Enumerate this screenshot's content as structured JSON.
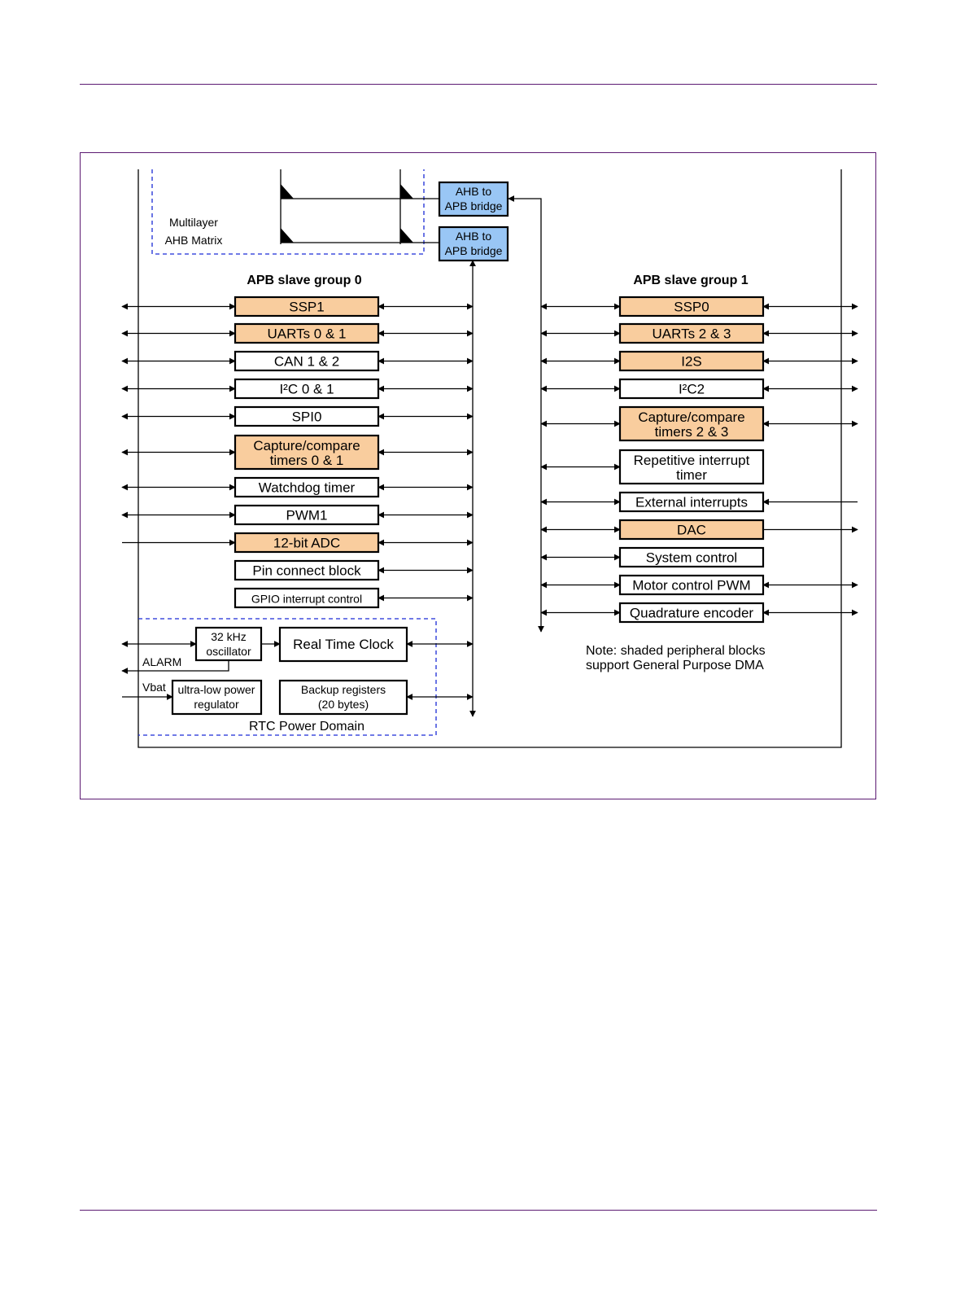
{
  "colors": {
    "peripheral_dma": "#f9cd9e",
    "bridge": "#99c6f5",
    "plain": "#ffffff",
    "rule": "#5c1a72",
    "domain_outline": "#1b2bd6"
  },
  "matrix": {
    "line1": "Multilayer",
    "line2": "AHB Matrix"
  },
  "bridges": [
    {
      "line1": "AHB to",
      "line2": "APB bridge"
    },
    {
      "line1": "AHB to",
      "line2": "APB bridge"
    }
  ],
  "group0": {
    "title": "APB slave group 0",
    "blocks": [
      {
        "line1": "SSP1",
        "shaded": true
      },
      {
        "line1": "UARTs 0 & 1",
        "shaded": true
      },
      {
        "line1": "CAN 1 & 2",
        "shaded": false
      },
      {
        "line1": "I²C 0 & 1",
        "shaded": false
      },
      {
        "line1": "SPI0",
        "shaded": false
      },
      {
        "line1": "Capture/compare",
        "line2": "timers 0 & 1",
        "shaded": true
      },
      {
        "line1": "Watchdog timer",
        "shaded": false
      },
      {
        "line1": "PWM1",
        "shaded": false
      },
      {
        "line1": "12-bit ADC",
        "shaded": true
      },
      {
        "line1": "Pin connect block",
        "shaded": false
      },
      {
        "line1": "GPIO interrupt control",
        "shaded": false
      }
    ]
  },
  "group1": {
    "title": "APB slave group 1",
    "blocks": [
      {
        "line1": "SSP0",
        "shaded": true
      },
      {
        "line1": "UARTs 2 & 3",
        "shaded": true
      },
      {
        "line1": "I2S",
        "shaded": true
      },
      {
        "line1": "I²C2",
        "shaded": false
      },
      {
        "line1": "Capture/compare",
        "line2": "timers 2 & 3",
        "shaded": true
      },
      {
        "line1": "Repetitive interrupt",
        "line2": "timer",
        "shaded": false
      },
      {
        "line1": "External interrupts",
        "shaded": false
      },
      {
        "line1": "DAC",
        "shaded": true
      },
      {
        "line1": "System control",
        "shaded": false
      },
      {
        "line1": "Motor control PWM",
        "shaded": false
      },
      {
        "line1": "Quadrature encoder",
        "shaded": false
      }
    ]
  },
  "rtc": {
    "domain_label": "RTC Power Domain",
    "oscillator": {
      "line1": "32 kHz",
      "line2": "oscillator"
    },
    "clock": "Real Time Clock",
    "regulator": {
      "line1": "ultra-low power",
      "line2": "regulator"
    },
    "backup": {
      "line1": "Backup registers",
      "line2": "(20 bytes)"
    },
    "alarm_label": "ALARM",
    "vbat_label": "Vbat"
  },
  "note": {
    "line1": "Note: shaded peripheral blocks",
    "line2": "support General Purpose DMA"
  }
}
